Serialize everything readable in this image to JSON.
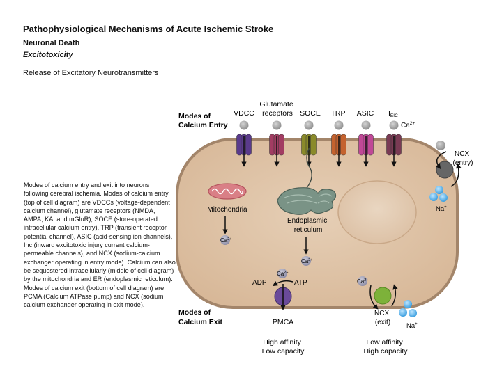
{
  "header": {
    "title": "Pathophysiological Mechanisms of Acute Ischemic Stroke",
    "section": "Neuronal Death",
    "subsection": "Excitotoxicity",
    "subtitle": "Release of Excitatory Neurotransmitters"
  },
  "description": "Modes of calcium entry and exit into neurons following cerebral ischemia. Modes of calcium entry (top of cell diagram) are VDCCs (voltage-dependent calcium channel), glutamate receptors (NMDA, AMPA, KA, and mGluR), SOCE (store-operated intracellular calcium entry), TRP (transient receptor potential channel), ASIC (acid-sensing ion channels), Inc (inward excitotoxic injury current calcium-permeable channels), and NCX (sodium-calcium exchanger operating in entry mode). Calcium can also be sequestered intracellularly (middle of cell diagram) by the mitochondria and ER (endoplasmic reticulum). Modes of calcium exit (bottom of cell diagram) are PCMA (Calcium ATPase pump) and NCX (sodium calcium exchanger operating in exit mode).",
  "diagram": {
    "entry_heading": [
      "Modes of",
      "Calcium Entry"
    ],
    "exit_heading": [
      "Modes of",
      "Calcium Exit"
    ],
    "channels": [
      {
        "label": [
          "VDCC"
        ],
        "color": "#5a3a8c"
      },
      {
        "label": [
          "Glutamate",
          "receptors"
        ],
        "color": "#a23c62"
      },
      {
        "label": [
          "SOCE"
        ],
        "color": "#8a8a2a"
      },
      {
        "label": [
          "TRP"
        ],
        "color": "#c4622e"
      },
      {
        "label": [
          "ASIC"
        ],
        "color": "#c04896"
      },
      {
        "label": [
          "I",
          "EIC"
        ],
        "color": "#7a3a54"
      }
    ],
    "ca_label": "Ca",
    "ca_sup": "2+",
    "na_label": "Na",
    "na_sup": "+",
    "ncx_entry": [
      "NCX",
      "(entry)"
    ],
    "mitochondria": "Mitochondria",
    "er": [
      "Endoplasmic",
      "reticulum"
    ],
    "adp": "ADP",
    "atp": "ATP",
    "pmca": "PMCA",
    "ncx_exit": [
      "NCX",
      "(exit)"
    ],
    "pmca_props": [
      "High affinity",
      "Low capacity"
    ],
    "ncx_props": [
      "Low affinity",
      "High capacity"
    ]
  }
}
